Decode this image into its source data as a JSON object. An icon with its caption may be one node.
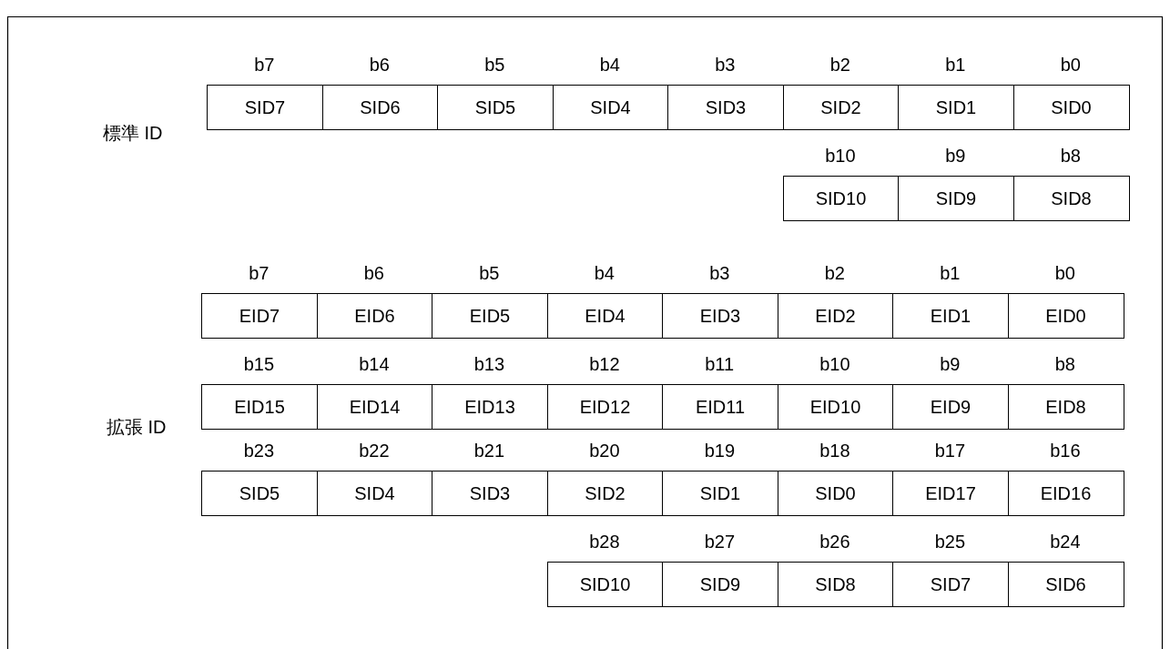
{
  "diagram": {
    "nodes": [
      {
        "text": [
          "SID7"
        ]
      },
      {
        "text": [
          "SID6"
        ]
      },
      {
        "text": [
          "SID5"
        ]
      },
      {
        "text": [
          "SID4"
        ]
      },
      {
        "text": [
          "SID3"
        ]
      },
      {
        "text": [
          "SID2"
        ]
      },
      {
        "text": [
          "SID1"
        ]
      },
      {
        "text": [
          "SID0"
        ]
      },
      {
        "text": [
          "SID10"
        ]
      },
      {
        "text": [
          "SID9"
        ]
      },
      {
        "text": [
          "SID8"
        ]
      },
      {
        "text": [
          "EID7"
        ]
      },
      {
        "text": [
          "EID6"
        ]
      },
      {
        "text": [
          "EID5"
        ]
      },
      {
        "text": [
          "EID4"
        ]
      },
      {
        "text": [
          "EID3"
        ]
      },
      {
        "text": [
          "EID2"
        ]
      },
      {
        "text": [
          "EID1"
        ]
      },
      {
        "text": [
          "EID0"
        ]
      },
      {
        "text": [
          "EID15"
        ]
      },
      {
        "text": [
          "EID14"
        ]
      },
      {
        "text": [
          "EID13"
        ]
      },
      {
        "text": [
          "EID12"
        ]
      },
      {
        "text": [
          "EID11"
        ]
      },
      {
        "text": [
          "EID10"
        ]
      },
      {
        "text": [
          "EID9"
        ]
      },
      {
        "text": [
          "EID8"
        ]
      },
      {
        "text": [
          "SID5"
        ]
      },
      {
        "text": [
          "SID4"
        ]
      },
      {
        "text": [
          "SID3"
        ]
      },
      {
        "text": [
          "SID2"
        ]
      },
      {
        "text": [
          "SID1"
        ]
      },
      {
        "text": [
          "SID0"
        ]
      },
      {
        "text": [
          "EID17"
        ]
      },
      {
        "text": [
          "EID16"
        ]
      },
      {
        "text": [
          "SID10"
        ]
      },
      {
        "text": [
          "SID9"
        ]
      },
      {
        "text": [
          "SID8"
        ]
      },
      {
        "text": [
          "SID7"
        ]
      },
      {
        "text": [
          "SID6"
        ]
      }
    ],
    "labels": [
      "b7",
      "b6",
      "b5",
      "b4",
      "b3",
      "b2",
      "b1",
      "b0",
      "標準 ID",
      "b10",
      "b9",
      "b8",
      "b7",
      "b6",
      "b5",
      "b4",
      "b3",
      "b2",
      "b1",
      "b0",
      "b15",
      "b14",
      "b13",
      "b12",
      "b11",
      "b10",
      "b9",
      "b8",
      "拡張 ID",
      "b23",
      "b22",
      "b21",
      "b20",
      "b19",
      "b18",
      "b17",
      "b16",
      "b28",
      "b27",
      "b26",
      "b25",
      "b24"
    ]
  }
}
